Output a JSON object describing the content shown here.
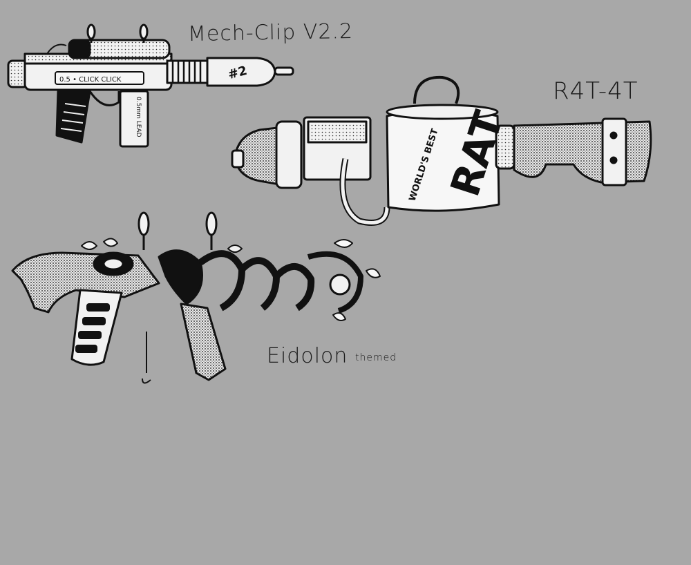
{
  "sketches": [
    {
      "title": "Mech-Clip V2.2",
      "printed_text": {
        "mag_label": "0.5 • CLICK CLICK",
        "tank_number": "#2",
        "clip_label": "0.5mm LEAD"
      }
    },
    {
      "title": "R4T-4T",
      "printed_text": {
        "mug_top": "WORLD'S BEST",
        "mug_big": "RAT"
      }
    },
    {
      "title": "Eidolon",
      "subtitle": "themed"
    }
  ],
  "colors": {
    "background": "#a8a8a8",
    "ink": "#111111",
    "paper": "#f2f2f2",
    "shade": "#cfcfcf"
  }
}
